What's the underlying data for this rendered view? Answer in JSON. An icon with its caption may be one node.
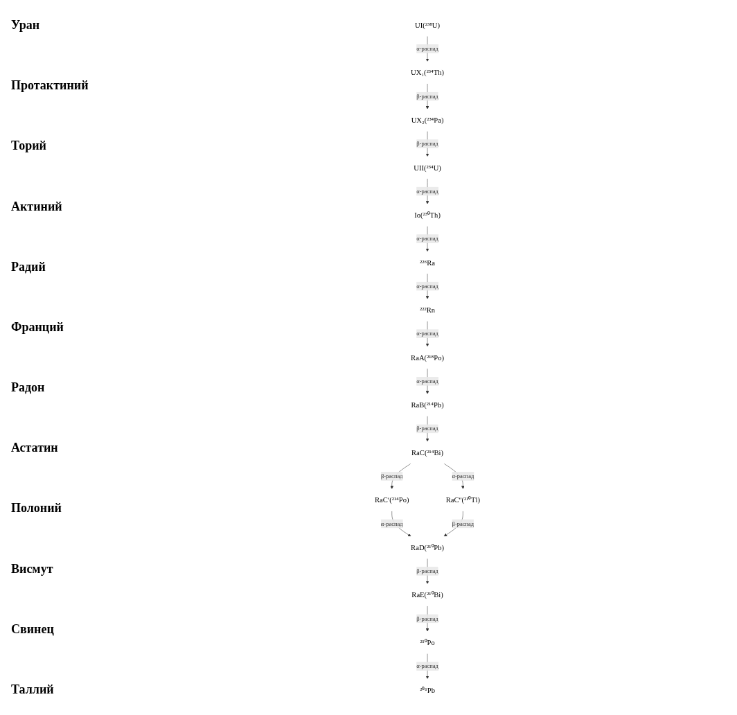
{
  "diagram": {
    "nodes": [
      {
        "text": [
          "UI(²³⁸U)"
        ]
      },
      {
        "text": [
          "UII(²³⁴U)"
        ]
      },
      {
        "text": [
          "UX₂(²³⁴Pa)"
        ]
      },
      {
        "text": [
          "UX₁(²³⁴Th)"
        ]
      },
      {
        "text": [
          "Io(²³⁰Th)"
        ]
      },
      {
        "text": [
          "²²⁶Ra"
        ]
      },
      {
        "text": [
          "²²²Rn"
        ]
      },
      {
        "text": [
          "RaA(²¹⁸Po)"
        ]
      },
      {
        "text": [
          "RaCʹ(²¹⁴Po)"
        ]
      },
      {
        "text": [
          "²¹⁰Po"
        ]
      },
      {
        "text": [
          "RaC(²¹⁴Bi)"
        ]
      },
      {
        "text": [
          "RaE(²¹⁰Bi)"
        ]
      },
      {
        "text": [
          "RaB(²¹⁴Pb)"
        ]
      },
      {
        "text": [
          "RaD(²¹⁰Pb)"
        ]
      },
      {
        "text": [
          "²⁰⁶Pb"
        ]
      },
      {
        "text": [
          "RaCʺ(²¹⁰Tl)"
        ]
      }
    ],
    "edges": [
      {
        "from": 0,
        "to": 3,
        "arrow": "to",
        "label": "α-распад"
      },
      {
        "from": 3,
        "to": 2,
        "arrow": "to",
        "label": "β-распад"
      },
      {
        "from": 2,
        "to": 1,
        "arrow": "to",
        "label": "β-распад"
      },
      {
        "from": 1,
        "to": 4,
        "arrow": "to",
        "label": "α-распад"
      },
      {
        "from": 4,
        "to": 5,
        "arrow": "to",
        "label": "α-распад"
      },
      {
        "from": 5,
        "to": 6,
        "arrow": "to",
        "label": "α-распад"
      },
      {
        "from": 6,
        "to": 7,
        "arrow": "to",
        "label": "α-распад"
      },
      {
        "from": 7,
        "to": 12,
        "arrow": "to",
        "label": "α-распад"
      },
      {
        "from": 12,
        "to": 10,
        "arrow": "to",
        "label": "β-распад"
      },
      {
        "from": 10,
        "to": 8,
        "arrow": "to",
        "label": "β-распад"
      },
      {
        "from": 10,
        "to": 15,
        "arrow": "to",
        "label": "α-распад"
      },
      {
        "from": 8,
        "to": 13,
        "arrow": "to",
        "label": "α-распад"
      },
      {
        "from": 15,
        "to": 13,
        "arrow": "to",
        "label": "β-распад"
      },
      {
        "from": 13,
        "to": 11,
        "arrow": "to",
        "label": "β-распад"
      },
      {
        "from": 11,
        "to": 9,
        "arrow": "to",
        "label": "β-распад"
      },
      {
        "from": 9,
        "to": 14,
        "arrow": "to",
        "label": "α-распад"
      }
    ],
    "labels": [
      "Уран",
      "Протактиний",
      "Торий",
      "Актиний",
      "Радий",
      "Франций",
      "Радон",
      "Астатин",
      "Полоний",
      "Висмут",
      "Свинец",
      "Таллий"
    ]
  }
}
